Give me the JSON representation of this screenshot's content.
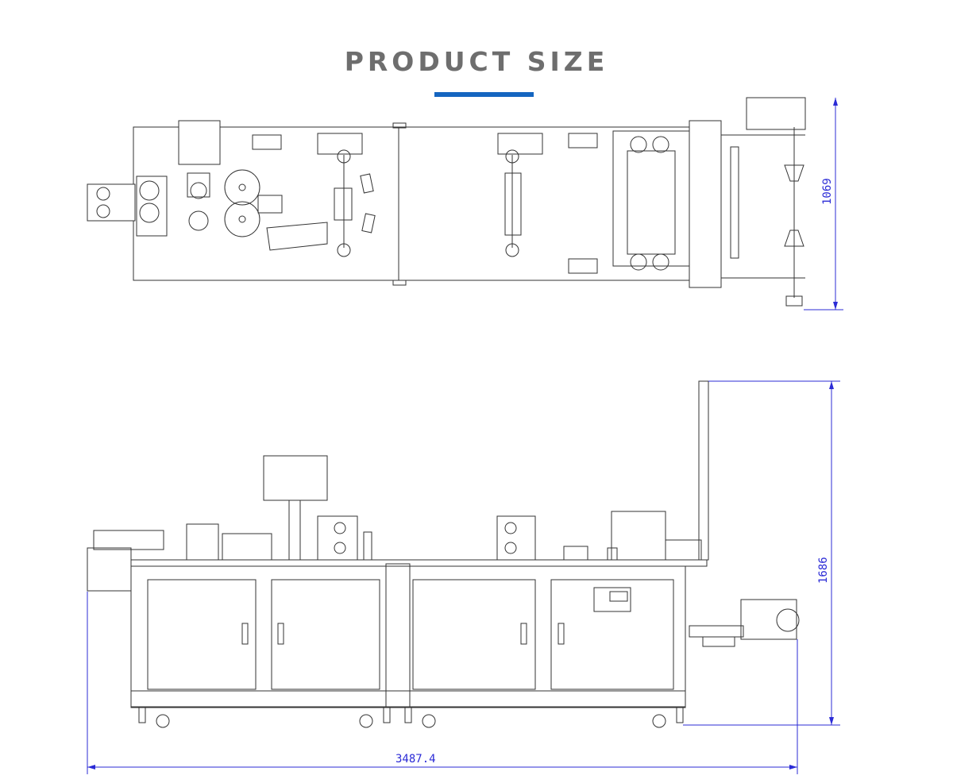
{
  "header": {
    "title": "PRODUCT SIZE",
    "accent_color": "#1565c0"
  },
  "drawing": {
    "top_view": {
      "width_dimension": "1069"
    },
    "front_view": {
      "height_dimension": "1686",
      "length_dimension": "3487.4"
    },
    "dimension_color": "#2b2bd6"
  }
}
